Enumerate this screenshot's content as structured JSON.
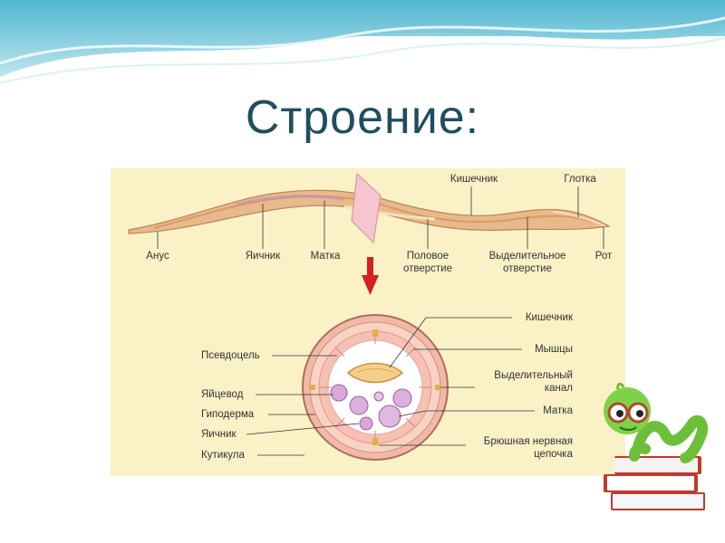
{
  "slide": {
    "title": "Строение:"
  },
  "diagram": {
    "worm_labels": {
      "anus": "Анус",
      "ovary": "Яичник",
      "uterus": "Матка",
      "genital_pore": "Половое\nотверстие",
      "excretory_pore": "Выделительное\nотверстие",
      "mouth": "Рот",
      "intestine": "Кишечник",
      "pharynx": "Глотка"
    },
    "section_labels_left": {
      "pseudocoel": "Псевдоцель",
      "oviduct": "Яйцевод",
      "hypodermis": "Гиподерма",
      "ovary": "Яичник",
      "cuticle": "Кутикула"
    },
    "section_labels_right": {
      "intestine": "Кишечник",
      "muscles": "Мышцы",
      "excretory_canal": "Выделительный\nканал",
      "uterus": "Матка",
      "nerve_cord": "Брюшная нервная\nцепочка"
    },
    "colors": {
      "panel": "#fbf1c7",
      "title": "#1f4e5f",
      "worm_body": "#e8b98a",
      "arrow": "#d42020",
      "leader": "#333333"
    }
  }
}
